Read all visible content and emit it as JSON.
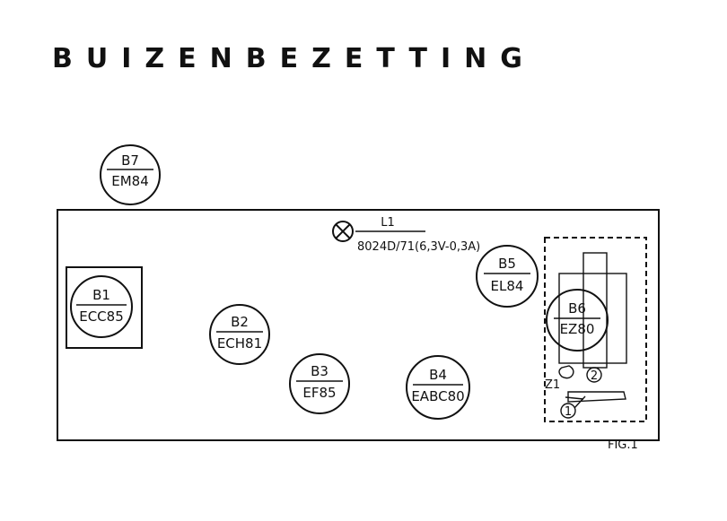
{
  "title": "BUIZENBEZETTING",
  "tubes": [
    {
      "id": "B7",
      "type": "EM84"
    },
    {
      "id": "B1",
      "type": "ECC85"
    },
    {
      "id": "B2",
      "type": "ECH81"
    },
    {
      "id": "B3",
      "type": "EF85"
    },
    {
      "id": "B4",
      "type": "EABC80"
    },
    {
      "id": "B5",
      "type": "EL84"
    },
    {
      "id": "B6",
      "type": "EZ80"
    }
  ],
  "lamp": {
    "id": "L1",
    "spec": "8024D/71(6,3V-0,3A)"
  },
  "fuse_label": "Z1",
  "markers": [
    "1",
    "2"
  ],
  "figure_label": "FIG.1"
}
